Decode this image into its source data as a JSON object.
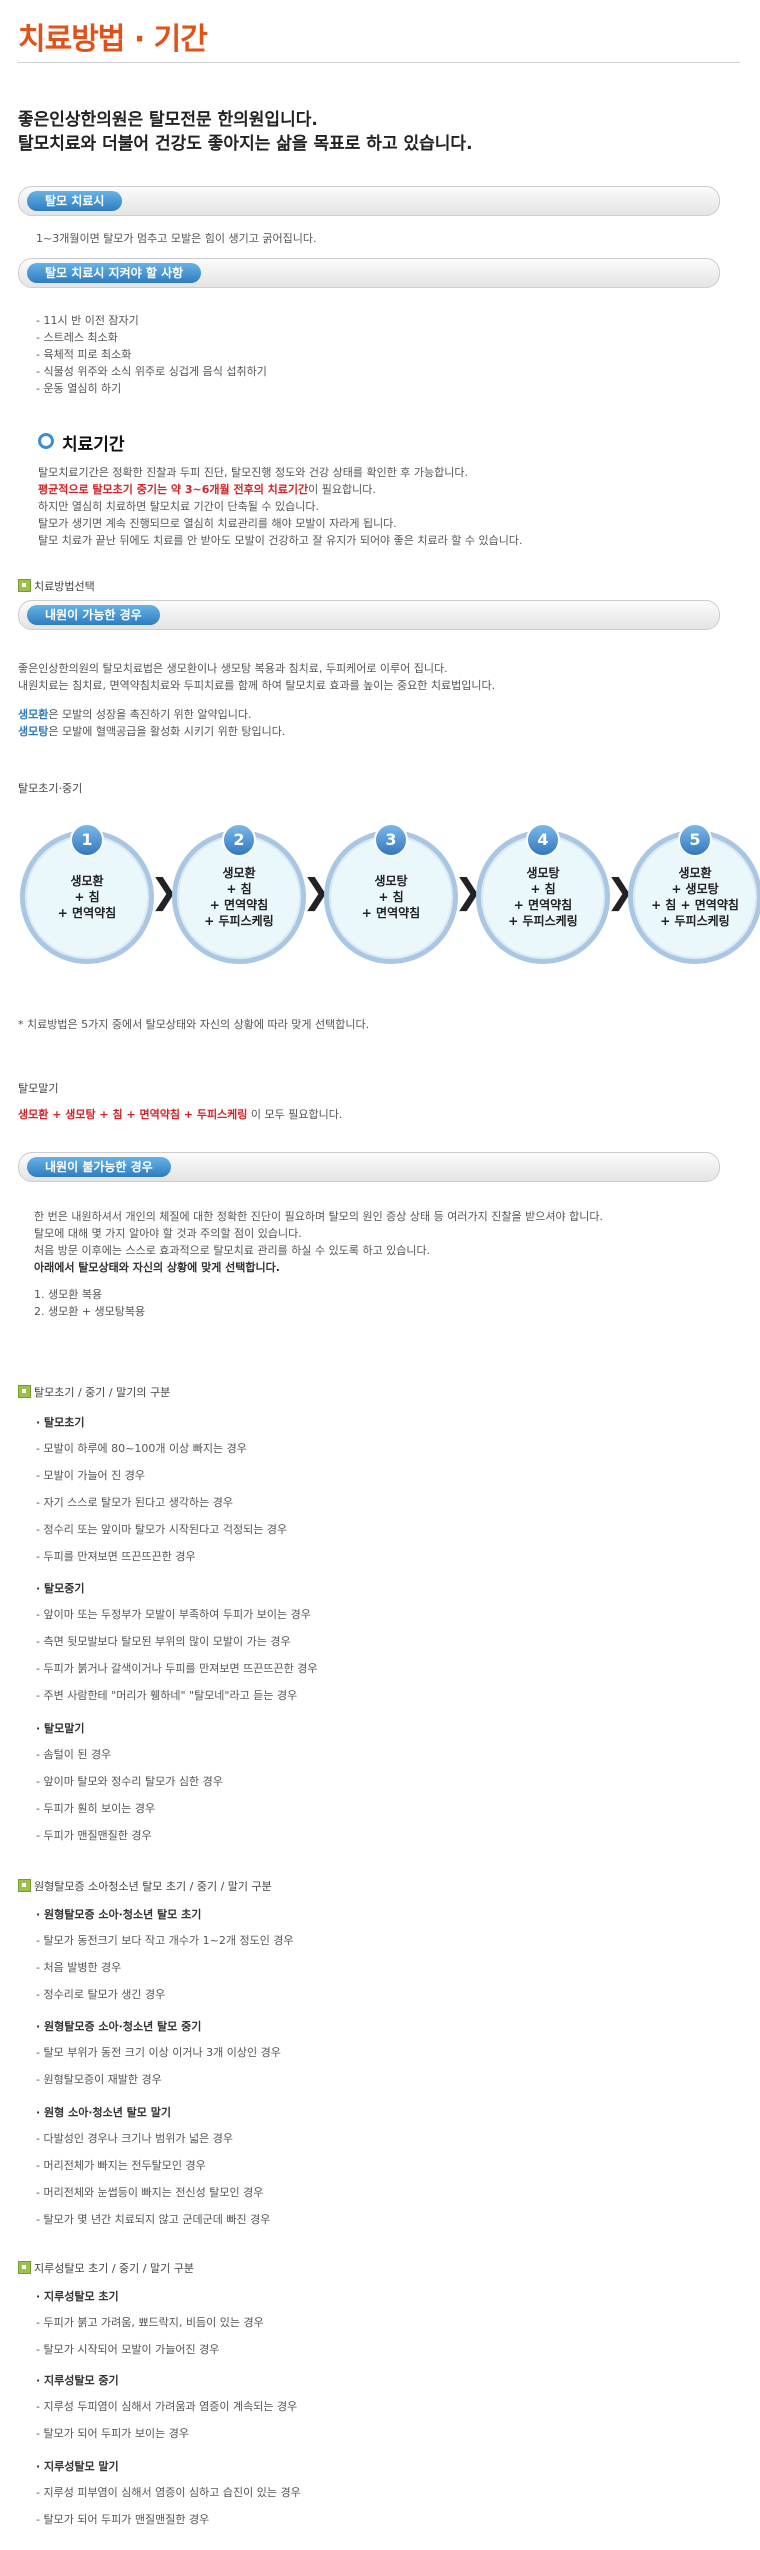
{
  "title": "치료방법 · 기간",
  "headline": [
    "좋은인상한의원은 탈모전문 한의원입니다.",
    "탈모치료와 더불어 건강도 좋아지는 삶을 목표로 하고 있습니다."
  ],
  "bar1": {
    "label": "탈모 치료시",
    "text": "1~3개월이면 탈모가 멈추고 모발은 힘이 생기고 굵어집니다."
  },
  "bar2": {
    "label": "탈모 치료시 지켜야 할 사항",
    "items": [
      "- 11시 반 이전 잠자기",
      "- 스트레스 최소화",
      "- 육체적 피로 최소화",
      "- 식물성 위주와 소식 위주로 싱겁게 음식 섭취하기",
      "- 운동 열심히 하기"
    ]
  },
  "period": {
    "title": "치료기간",
    "line1": "탈모치료기간은 정확한 진찰과 두피 진단, 탈모진행 정도와 건강 상태를 확인한 후 가능합니다.",
    "line2_red": "평균적으로 탈모초기 중기는 약 3~6개월 전후의 치료기간",
    "line2_rest": "이 필요합니다.",
    "line3": "하지만 열심히 치료하면 탈모치료 기간이 단축될 수 있습니다.",
    "line4": "탈모가 생기면 계속 진행되므로 열심히 치료관리를 해야 모발이 자라게 됩니다.",
    "line5": "탈모 치료가 끝난 뒤에도 치료를 안 받아도 모발이 건강하고 잘 유지가 되어야 좋은 치료라 할 수 있습니다."
  },
  "method_select": "치료방법선택",
  "bar3": {
    "label": "내원이 가능한 경우"
  },
  "method_text": {
    "line1": "좋은인상한의원의 탈모치료법은 생모환이나 생모탕 복용과 침치료, 두피케어로 이루어 집니다.",
    "line2": "내원치료는 침치료, 면역약침치료와 두피치료를 함께 하여 탈모치료 효과를 높이는 중요한 치료법입니다.",
    "line3_bold": "생모환",
    "line3_rest": "은 모발의 성장을 촉진하기 위한 알약입니다.",
    "line4_bold": "생모탕",
    "line4_rest": "은 모발에 혈액공급을 활성화 시키기 위한 탕입니다."
  },
  "early_label": "탈모초기·중기",
  "steps": [
    {
      "num": "1",
      "text": "생모환\n+ 침\n+ 면역약침"
    },
    {
      "num": "2",
      "text": "생모환\n+ 침\n+ 면역약침\n+ 두피스케링"
    },
    {
      "num": "3",
      "text": "생모탕\n+ 침\n+ 면역약침"
    },
    {
      "num": "4",
      "text": "생모탕\n+ 침\n+ 면역약침\n+ 두피스케링"
    },
    {
      "num": "5",
      "text": "생모환\n+ 생모탕\n+ 침 + 면역약침\n+ 두피스케링"
    }
  ],
  "arrow": "❯",
  "steps_note": "* 치료방법은 5가지 중에서 탈모상태와 자신의 상황에 따라 맞게 선택합니다.",
  "late_label": "탈모말기",
  "late_red": "생모환 + 생모탕 + 침 + 면역약침 + 두피스케링",
  "late_rest": " 이 모두 필요합니다.",
  "bar4": {
    "label": "내원이 불가능한 경우"
  },
  "remote": {
    "line1": "한 번은 내원하셔서 개인의 체질에 대한 정확한 진단이 필요하며 탈모의 원인 증상 상태 등 여러가지 진찰을 받으셔야 합니다.",
    "line2": "탈모에 대해 몇 가지 알아야 할 것과 주의할 점이 있습니다.",
    "line3": "처음 방문 이후에는 스스로 효과적으로 탈모치료 관리를 하실 수 있도록 하고 있습니다.",
    "line4": "아래에서 탈모상태와 자신의 상황에 맞게 선택합니다.",
    "opt1": "1. 생모환 복용",
    "opt2": "2. 생모환 + 생모탕복용"
  },
  "stages": {
    "title": "탈모초기 / 중기 / 말기의 구분",
    "groups": [
      {
        "label": "· 탈모초기",
        "items": [
          "-   모발이 하루에 80~100개 이상 빠지는 경우",
          "-   모발이 가늘어 진 경우",
          "-   자기 스스로 탈모가 된다고 생각하는 경우",
          "-   정수리 또는 앞이마 탈모가 시작된다고 걱정되는 경우",
          "-   두피를 만져보면 뜨끈뜨끈한 경우"
        ]
      },
      {
        "label": "· 탈모중기",
        "items": [
          "-   앞이마 또는 두정부가 모발이 부족하여 두피가 보이는 경우",
          "-   측면 뒷모발보다 탈모된 부위의 많이 모발이 가는 경우",
          "-   두피가 붉거나 갈색이거나 두피를 만져보면 뜨끈뜨끈한 경우",
          "-   주변 사람한테 \"머리가 휑하네\" \"탈모네\"라고 듣는 경우"
        ]
      },
      {
        "label": "· 탈모말기",
        "items": [
          "-   솜털이 된 경우",
          "-   앞이마 탈모와 정수리 탈모가 심한 경우",
          "-   두피가 훤히 보이는 경우",
          "-   두피가 맨질맨질한 경우"
        ]
      }
    ]
  },
  "youth": {
    "title": "원형탈모증 소아청소년 탈모 초기 / 중기 / 말기 구분",
    "groups": [
      {
        "label": "· 원형탈모증 소아·청소년 탈모 초기",
        "items": [
          "-   탈모가 동전크기 보다 작고 개수가 1~2개 정도인 경우",
          "-   처음 발병한 경우",
          "-   정수리로 탈모가 생긴 경우"
        ]
      },
      {
        "label": "· 원형탈모증 소아·청소년 탈모 중기",
        "items": [
          "-   탈모 부위가 동전 크기 이상 이거나  3개 이상인 경우",
          "-   원형탈모증이 재발한 경우"
        ]
      },
      {
        "label": "· 원형 소아·청소년 탈모 말기",
        "items": [
          "-   다발성인 경우나 크기나 범위가 넓은 경우",
          "-   머리전체가 빠지는 전두탈모인 경우",
          "-   머리전체와 눈썹등이 빠지는 전신성 탈모인 경우",
          "-   탈모가 몇 년간 치료되지 않고 군데군데 빠진 경우"
        ]
      }
    ]
  },
  "seb": {
    "title": "지루성탈모 초기 / 중기 / 말기 구분",
    "groups": [
      {
        "label": "· 지루성탈모 초기",
        "items": [
          "-   두피가 붉고 가려움, 뾰드락지, 비듬이 있는 경우",
          "-   탈모가 시작되어 모발이 가늘어진 경우"
        ]
      },
      {
        "label": "· 지루성탈모 중기",
        "items": [
          "-   지루성 두피염이 심해서 가려움과 염증이 계속되는 경우",
          "-   탈모가 되어 두피가 보이는 경우"
        ]
      },
      {
        "label": "· 지루성탈모 말기",
        "items": [
          "-   지루성 피부염이 심해서 염증이 심하고 습진이 있는 경우",
          "-   탈모가 되어 두피가 맨질맨질한 경우"
        ]
      }
    ]
  }
}
